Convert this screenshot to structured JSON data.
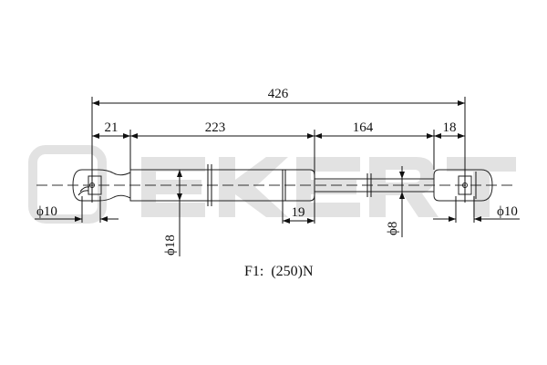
{
  "brand_watermark": "ZEKERT",
  "dimensions": {
    "overall_length": "426",
    "end_fitting_left": "21",
    "body_length": "223",
    "rod_length": "164",
    "end_fitting_right": "18",
    "collar": "19",
    "eye_left": "ϕ10",
    "eye_right": "ϕ10",
    "body_diameter": "ϕ18",
    "rod_diameter": "ϕ8"
  },
  "force_label": "F1:  (250)N"
}
